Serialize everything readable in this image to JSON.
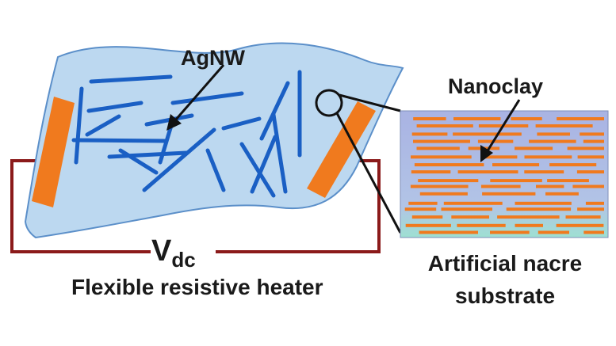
{
  "labels": {
    "agnw": "AgNW",
    "nanoclay": "Nanoclay",
    "voltage_main": "V",
    "voltage_sub": "dc",
    "heater_caption": "Flexible resistive heater",
    "substrate_line1": "Artificial nacre",
    "substrate_line2": "substrate"
  },
  "colors": {
    "film_fill": "#bcd8f0",
    "film_stroke": "#5b8fc9",
    "nanowire": "#1a5fc4",
    "electrode": "#f07a1e",
    "circuit_wire": "#8b1a1a",
    "platelet": "#f07a1e",
    "substrate_bg_top": "#a9b3e3",
    "substrate_bg_bottom": "#9ee0d2",
    "arrow": "#111111"
  }
}
